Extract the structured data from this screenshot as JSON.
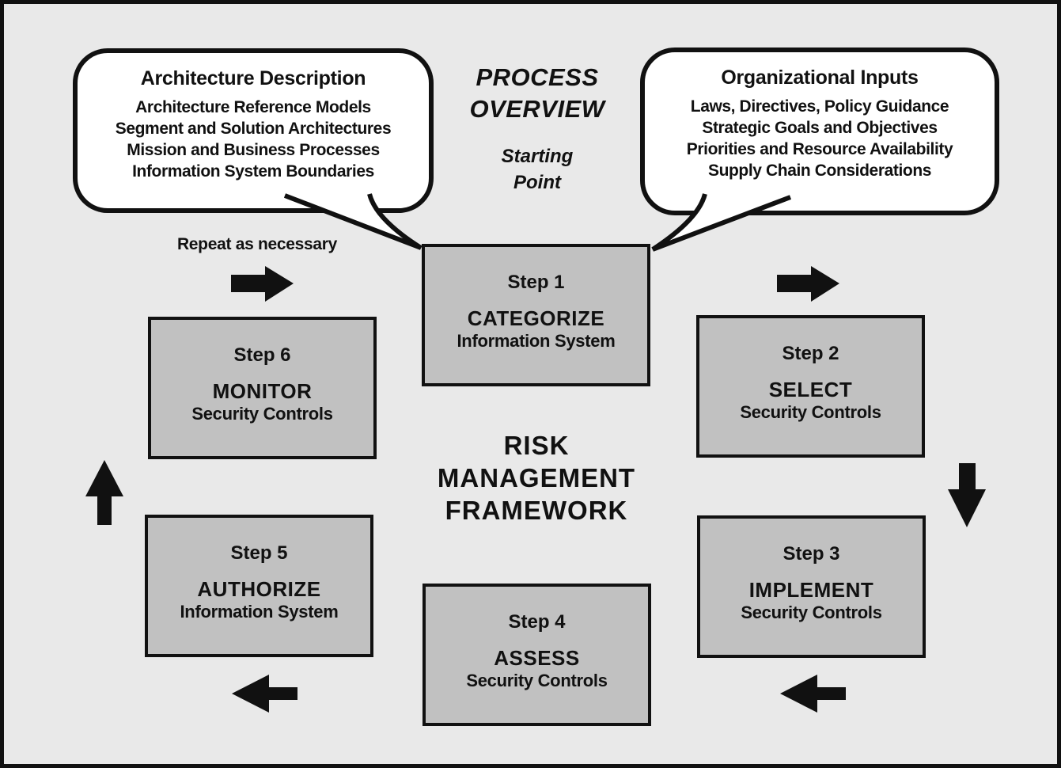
{
  "process_header": {
    "title_line1": "PROCESS",
    "title_line2": "OVERVIEW",
    "subtitle_line1": "Starting",
    "subtitle_line2": "Point"
  },
  "bubbles": {
    "architecture": {
      "title": "Architecture Description",
      "items": [
        "Architecture Reference Models",
        "Segment and Solution Architectures",
        "Mission and Business Processes",
        "Information System Boundaries"
      ]
    },
    "organizational": {
      "title": "Organizational Inputs",
      "items": [
        "Laws, Directives, Policy Guidance",
        "Strategic Goals and Objectives",
        "Priorities and Resource Availability",
        "Supply Chain Considerations"
      ]
    }
  },
  "repeat_label": "Repeat as necessary",
  "center_title": {
    "line1": "RISK",
    "line2": "MANAGEMENT",
    "line3": "FRAMEWORK"
  },
  "steps": [
    {
      "step": "Step 1",
      "action": "CATEGORIZE",
      "object": "Information System"
    },
    {
      "step": "Step 2",
      "action": "SELECT",
      "object": "Security Controls"
    },
    {
      "step": "Step 3",
      "action": "IMPLEMENT",
      "object": "Security Controls"
    },
    {
      "step": "Step 4",
      "action": "ASSESS",
      "object": "Security Controls"
    },
    {
      "step": "Step 5",
      "action": "AUTHORIZE",
      "object": "Information System"
    },
    {
      "step": "Step 6",
      "action": "MONITOR",
      "object": "Security Controls"
    }
  ],
  "icons": {
    "cycle_arrows": [
      "arrow-right-icon",
      "arrow-down-icon",
      "arrow-left-icon",
      "arrow-up-icon"
    ],
    "bubble_pointers": [
      "speech-tail-left",
      "speech-tail-right"
    ]
  },
  "colors": {
    "background": "#e9e9e9",
    "box_fill": "#c1c1c1",
    "line": "#111111",
    "bubble_fill": "#ffffff"
  }
}
